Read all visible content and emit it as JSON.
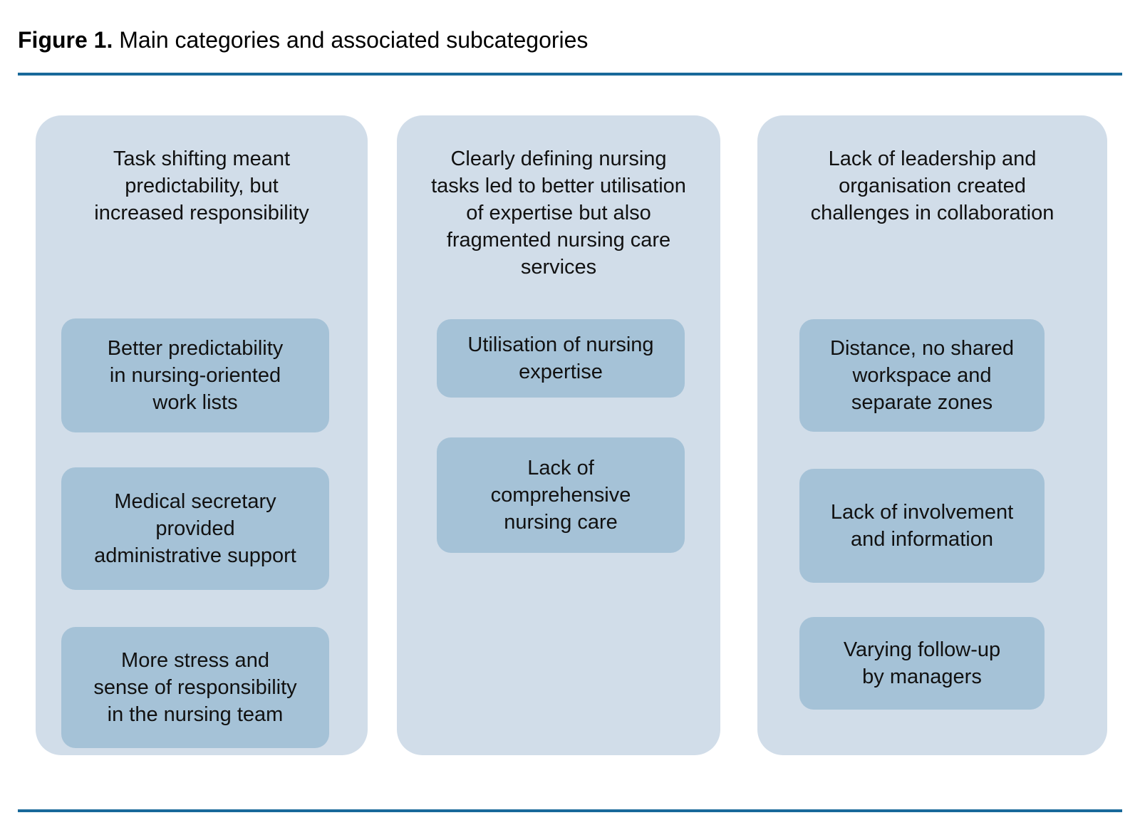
{
  "figure": {
    "label": "Figure 1.",
    "caption": " Main categories and associated subcategories",
    "rule_color": "#19699A",
    "panel_color": "#D1DDE9",
    "subbox_color": "#A5C2D7",
    "text_color": "#111111"
  },
  "columns": [
    {
      "id": "column-1",
      "heading": "Task shifting meant\npredictability, but\nincreased responsibility",
      "subcategories": [
        "Better predictability\nin nursing-oriented\nwork lists",
        "Medical secretary\nprovided\nadministrative support",
        "More stress and\nsense of responsibility\nin the nursing team"
      ]
    },
    {
      "id": "column-2",
      "heading": "Clearly defining nursing\ntasks led to better utilisation\nof expertise but also\nfragmented nursing care\nservices",
      "subcategories": [
        "Utilisation of nursing\nexpertise",
        "Lack of\ncomprehensive\nnursing care"
      ]
    },
    {
      "id": "column-3",
      "heading": "Lack of leadership and\norganisation created\nchallenges in collaboration",
      "subcategories": [
        "Distance, no shared\nworkspace and\nseparate zones",
        "Lack of involvement\nand information",
        "Varying follow-up\nby managers"
      ]
    }
  ]
}
